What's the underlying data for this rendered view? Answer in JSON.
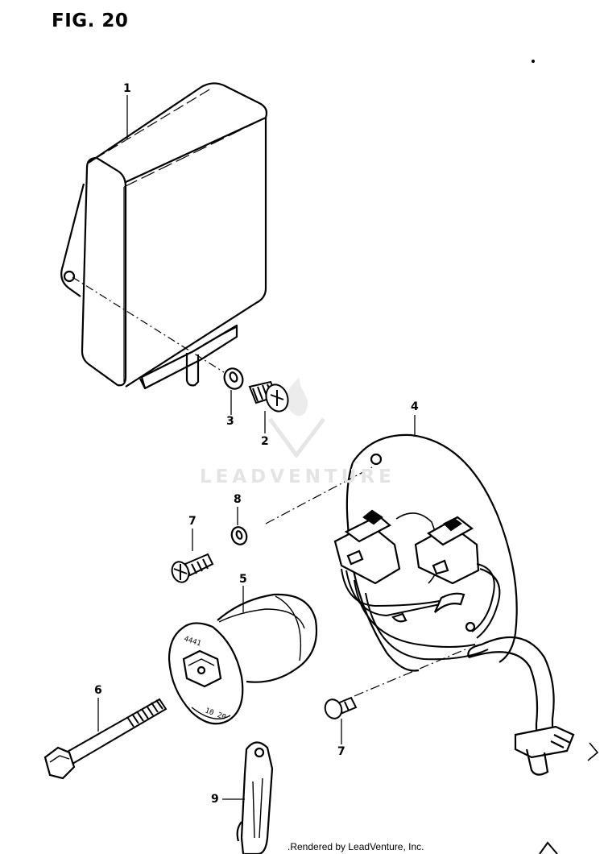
{
  "figure": {
    "title": "FIG. 20"
  },
  "callouts": [
    {
      "id": "1",
      "label": "1"
    },
    {
      "id": "2",
      "label": "2"
    },
    {
      "id": "3",
      "label": "3"
    },
    {
      "id": "4",
      "label": "4"
    },
    {
      "id": "5",
      "label": "5"
    },
    {
      "id": "6",
      "label": "6"
    },
    {
      "id": "7a",
      "label": "7"
    },
    {
      "id": "7b",
      "label": "7"
    },
    {
      "id": "8",
      "label": "8"
    },
    {
      "id": "9",
      "label": "9"
    }
  ],
  "part_markings": {
    "coil_stamp": "4441",
    "coil_stamp_2": "10 20"
  },
  "watermark": {
    "text": "LEADVENTURE"
  },
  "footer": {
    "text": ".Rendered by LeadVenture, Inc."
  }
}
